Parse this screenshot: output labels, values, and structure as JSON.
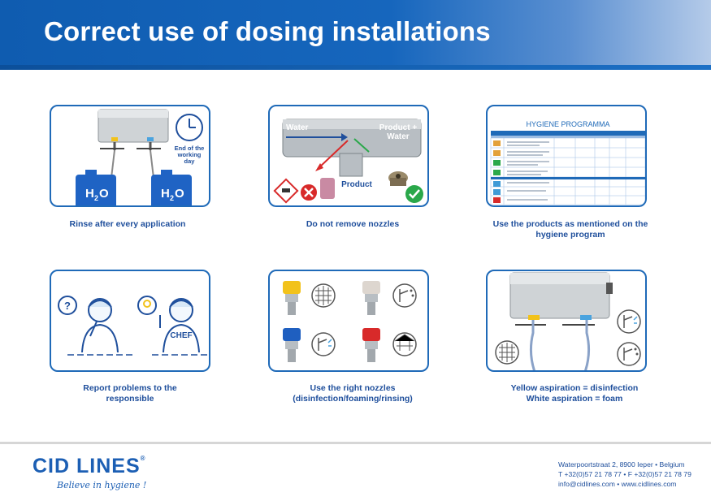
{
  "header": {
    "title": "Correct use of dosing installations"
  },
  "cards": {
    "rinse": {
      "caption": "Rinse after every application",
      "clock_label": [
        "End of the",
        "working",
        "day"
      ],
      "can_label": "H",
      "can_sub": "2",
      "can_tail": "O"
    },
    "nozzles": {
      "caption": "Do not remove nozzles",
      "water_label": "Water",
      "product_water_label": [
        "Product +",
        "Water"
      ],
      "product_label": "Product"
    },
    "hygiene": {
      "caption_line1": "Use the products as mentioned on the",
      "caption_line2": "hygiene program",
      "program_title": "HYGIENE PROGRAMMA"
    },
    "report": {
      "caption_line1": "Report problems to the",
      "caption_line2": "responsible",
      "question_mark": "?",
      "chef_label": "CHEF"
    },
    "right_nozzles": {
      "caption_line1": "Use the right nozzles",
      "caption_line2": "(disinfection/foaming/rinsing)"
    },
    "aspiration": {
      "caption_line1": "Yellow aspiration = disinfection",
      "caption_line2": "White aspiration = foam"
    }
  },
  "footer": {
    "logo": "CID LINES",
    "logo_mark": "®",
    "tagline": "Believe in hygiene !",
    "address_line": "Waterpoortstraat 2, 8900 Ieper • Belgium",
    "phone_line": "T +32(0)57 21 78 77 • F +32(0)57 21 78 79",
    "web_line": "info@cidlines.com • www.cidlines.com"
  },
  "colors": {
    "brand_blue": "#1f6ab8",
    "header_blue": "#0f5cb0",
    "yellow_nozzle": "#f2c21b",
    "red_nozzle": "#d82a2a",
    "green_ok": "#2aa84a"
  }
}
